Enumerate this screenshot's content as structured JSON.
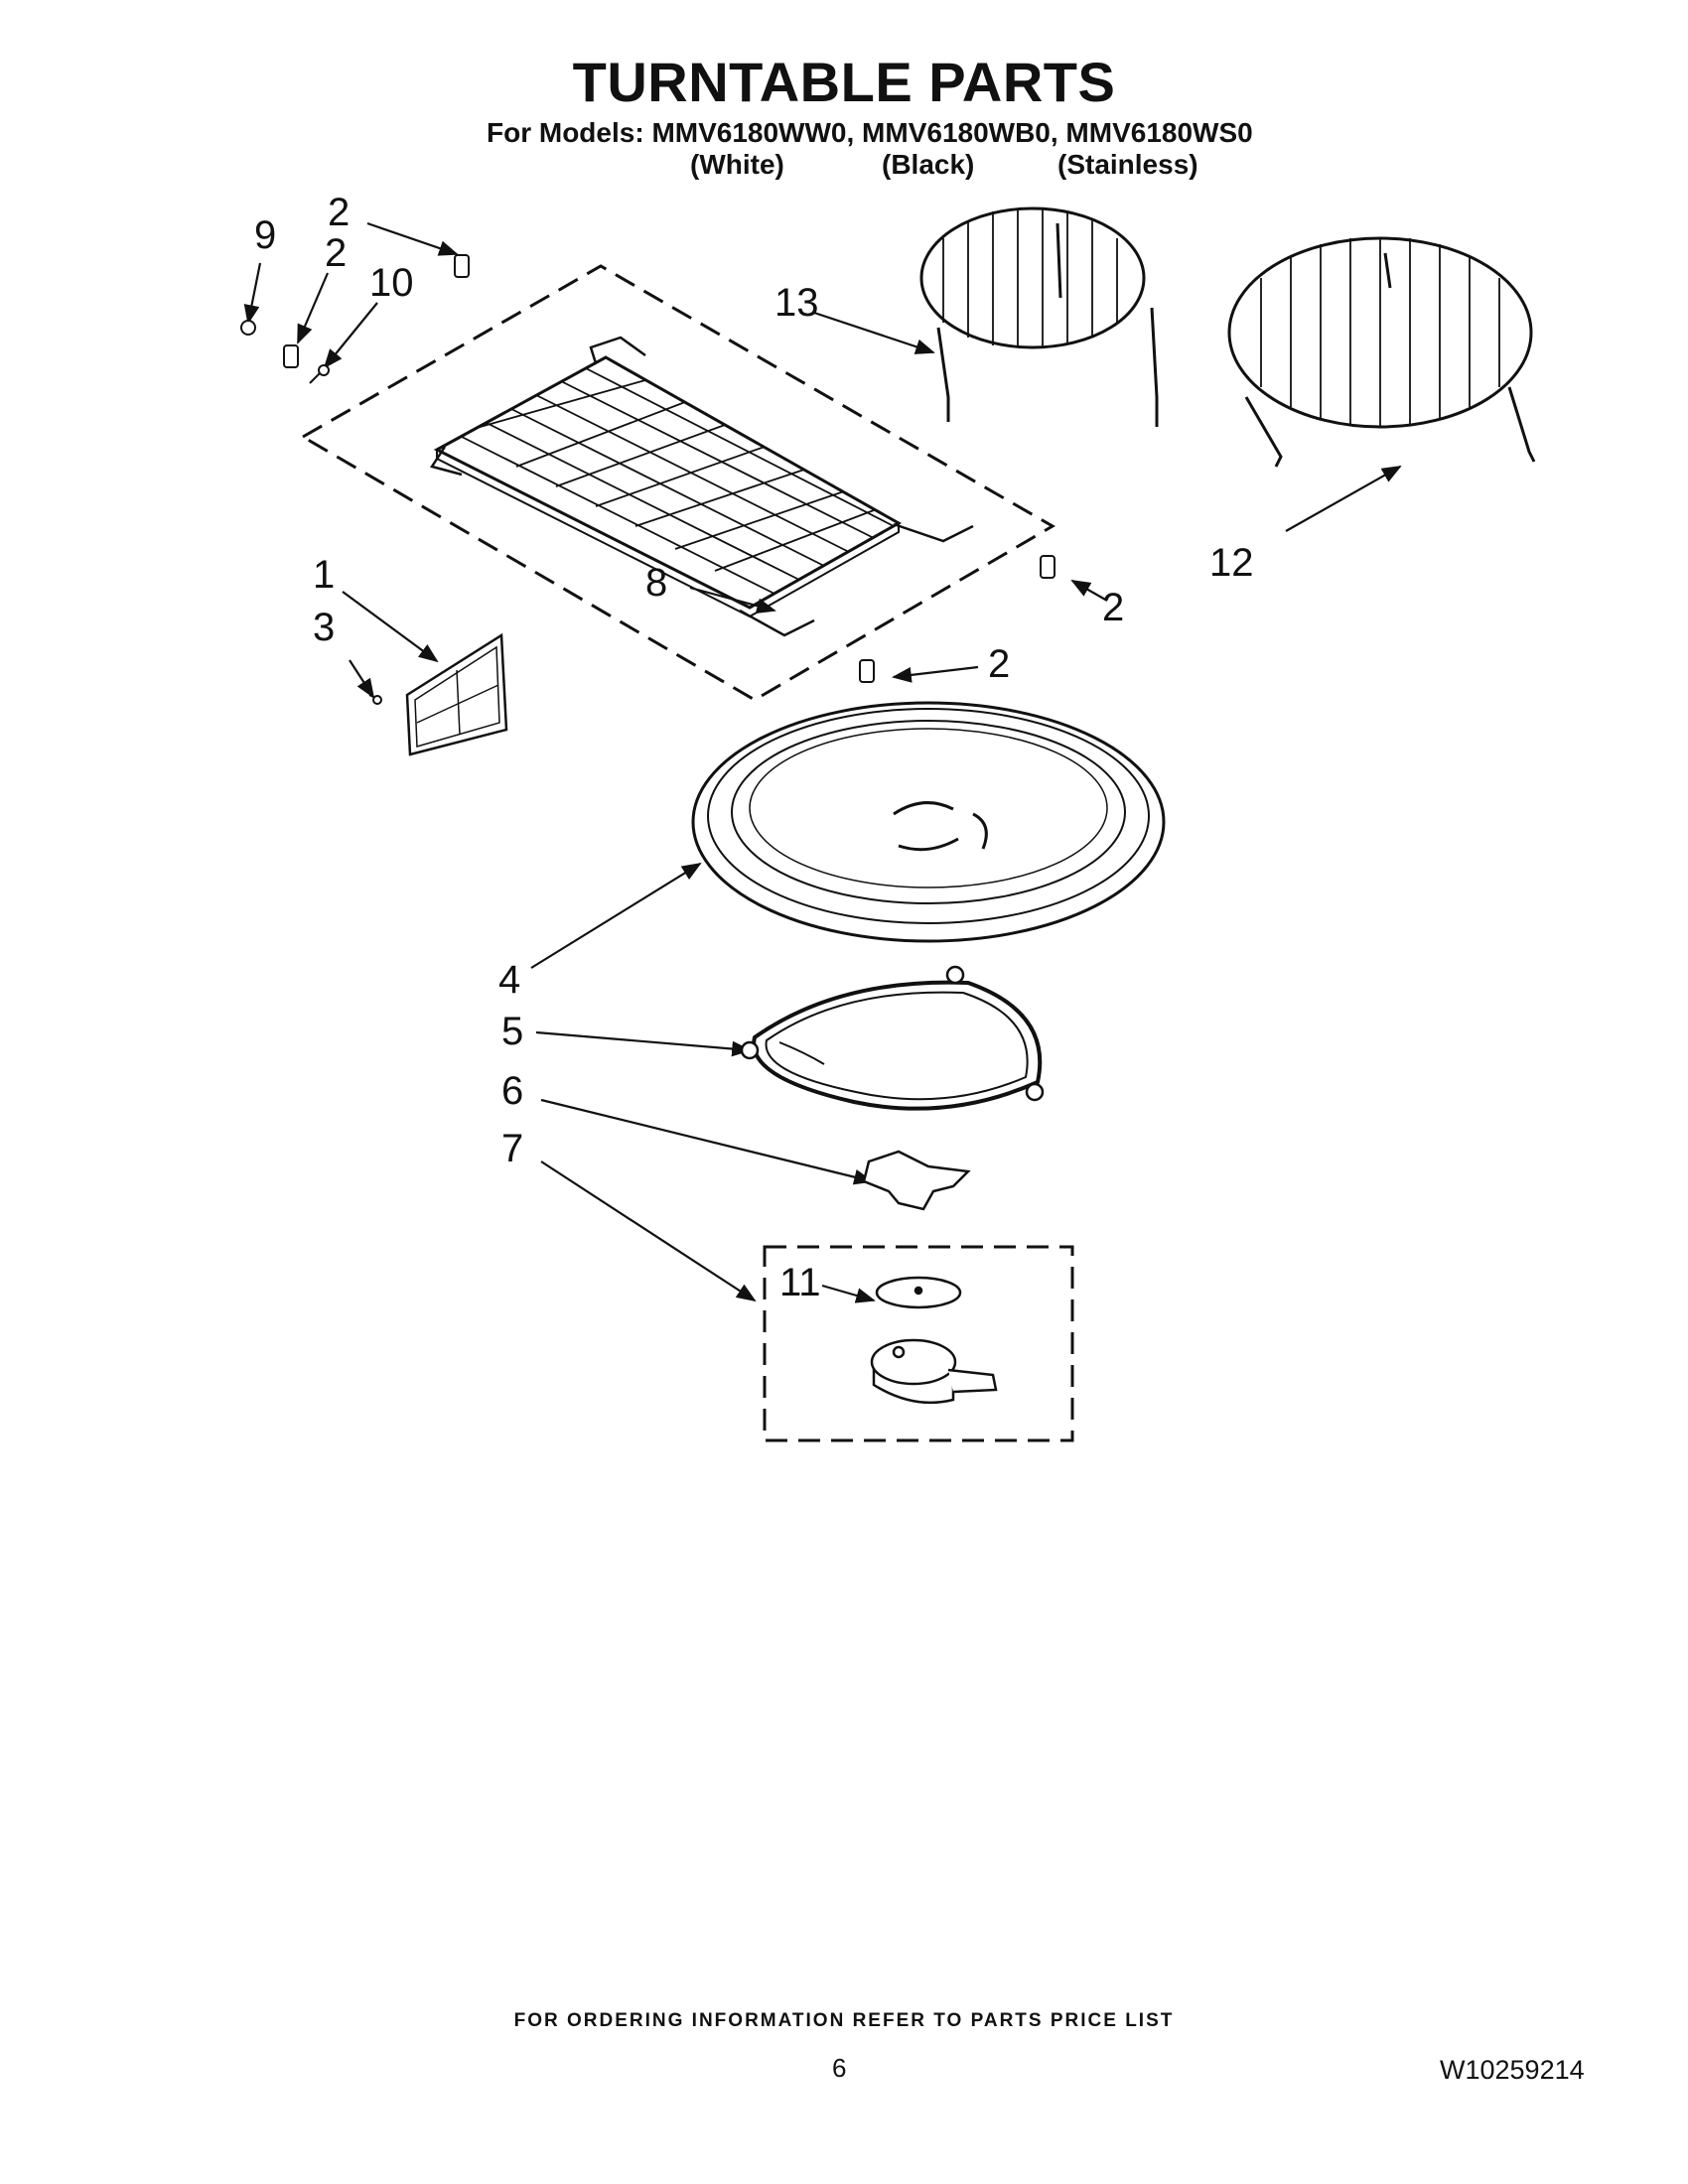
{
  "header": {
    "title": "TURNTABLE PARTS",
    "models_line": "For Models: MMV6180WW0, MMV6180WB0, MMV6180WS0",
    "variants": [
      "(White)",
      "(Black)",
      "(Stainless)"
    ]
  },
  "callouts": {
    "c1": "1",
    "c2a": "2",
    "c2b": "2",
    "c2c": "2",
    "c2d": "2",
    "c3": "3",
    "c4": "4",
    "c5": "5",
    "c6": "6",
    "c7": "7",
    "c8": "8",
    "c9": "9",
    "c10": "10",
    "c11": "11",
    "c12": "12",
    "c13": "13"
  },
  "footer": {
    "ordering_note": "FOR ORDERING INFORMATION REFER TO PARTS PRICE LIST",
    "page_number": "6",
    "document_number": "W10259214"
  },
  "colors": {
    "ink": "#111111",
    "background": "#ffffff"
  }
}
